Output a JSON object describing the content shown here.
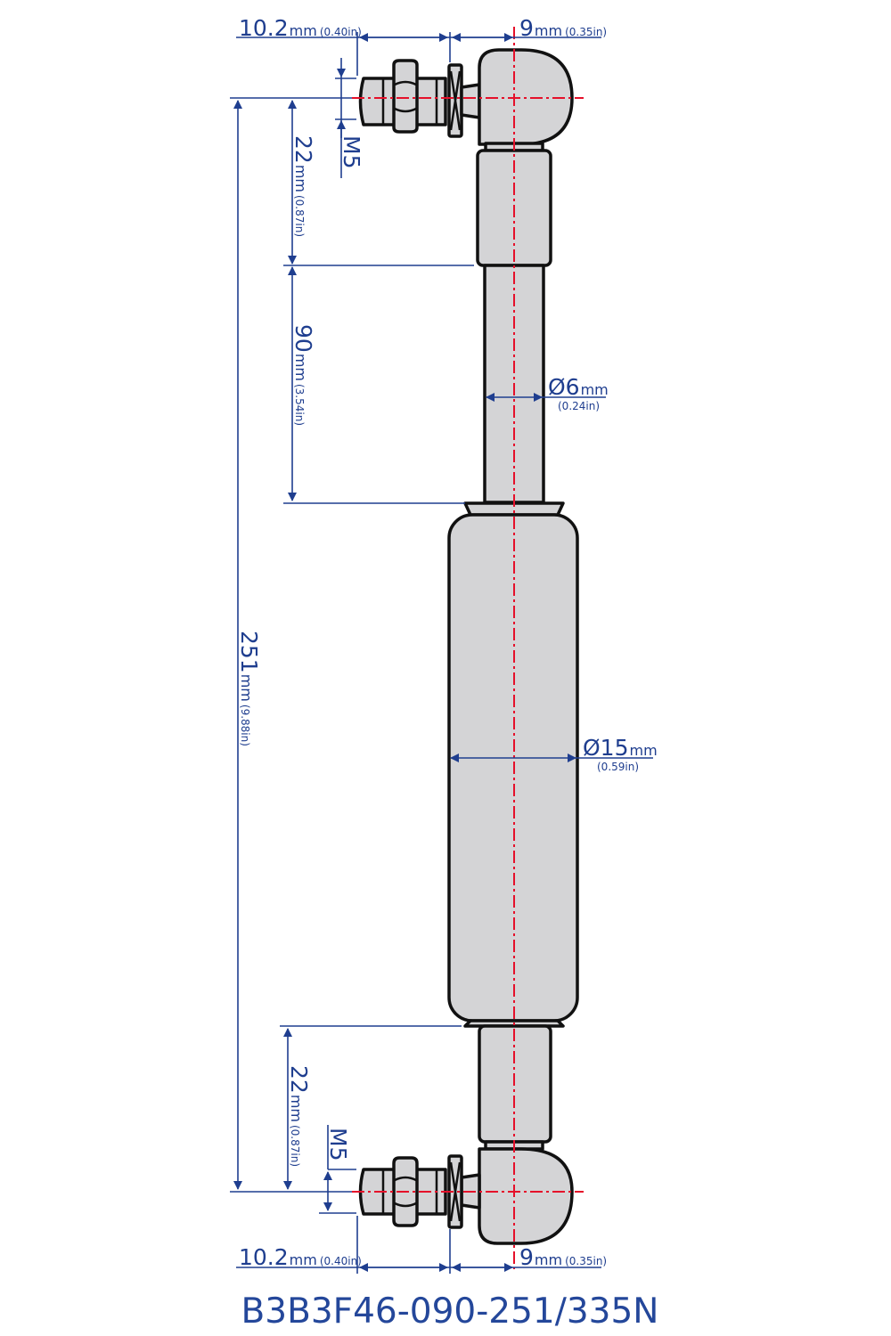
{
  "diagram": {
    "type": "gas-spring-dimension-drawing",
    "part_number": "B3B3F46-090-251/335N",
    "colors": {
      "dimension_lines": "#1f3e8f",
      "center_lines": "#e5102a",
      "part_fill": "#d4d4d6",
      "part_outline": "#111111",
      "title": "#24479a"
    },
    "dimensions": {
      "top_stud_length": {
        "value": "10.2",
        "unit": "mm",
        "imperial": "(0.40in)"
      },
      "top_ball_offset": {
        "value": "9",
        "unit": "mm",
        "imperial": "(0.35in)"
      },
      "top_thread": {
        "value": "M5"
      },
      "top_end_length": {
        "value": "22",
        "unit": "mm",
        "imperial": "(0.87in)"
      },
      "stroke": {
        "value": "90",
        "unit": "mm",
        "imperial": "(3.54in)"
      },
      "rod_diameter": {
        "value": "Ø6",
        "unit": "mm",
        "imperial": "(0.24in)"
      },
      "extended_length": {
        "value": "251",
        "unit": "mm",
        "imperial": "(9.88in)"
      },
      "body_diameter": {
        "value": "Ø15",
        "unit": "mm",
        "imperial": "(0.59in)"
      },
      "bottom_end_length": {
        "value": "22",
        "unit": "mm",
        "imperial": "(0.87in)"
      },
      "bottom_thread": {
        "value": "M5"
      },
      "bottom_stud_length": {
        "value": "10.2",
        "unit": "mm",
        "imperial": "(0.40in)"
      },
      "bottom_ball_offset": {
        "value": "9",
        "unit": "mm",
        "imperial": "(0.35in)"
      }
    }
  }
}
